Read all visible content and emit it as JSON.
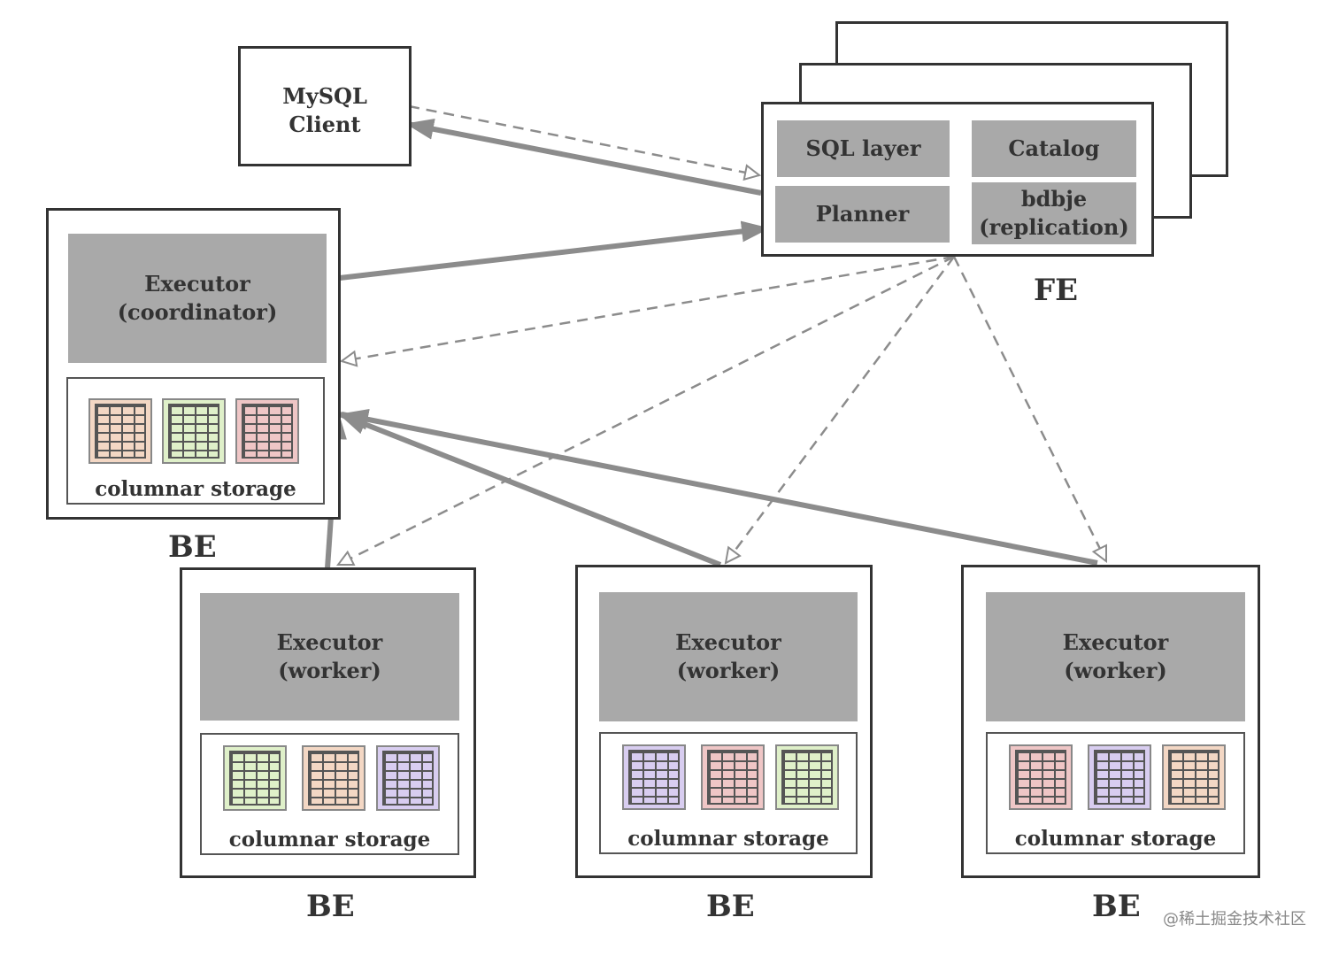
{
  "mysql_client": {
    "label": "MySQL\nClient"
  },
  "fe": {
    "label": "FE",
    "sql_layer": "SQL layer",
    "catalog": "Catalog",
    "planner": "Planner",
    "bdbje": "bdbje\n(replication)"
  },
  "coordinator": {
    "executor": "Executor\n(coordinator)",
    "storage": "columnar storage",
    "be_label": "BE",
    "tables": [
      "orange",
      "green",
      "red"
    ]
  },
  "workers": [
    {
      "executor": "Executor\n(worker)",
      "storage": "columnar storage",
      "be_label": "BE",
      "tables": [
        "green",
        "orange",
        "purple"
      ]
    },
    {
      "executor": "Executor\n(worker)",
      "storage": "columnar storage",
      "be_label": "BE",
      "tables": [
        "purple",
        "red",
        "green"
      ]
    },
    {
      "executor": "Executor\n(worker)",
      "storage": "columnar storage",
      "be_label": "BE",
      "tables": [
        "red",
        "purple",
        "orange"
      ]
    }
  ],
  "colors": {
    "orange": "#f3d7c4",
    "green": "#dff0c9",
    "red": "#efc6c6",
    "purple": "#d8cdf0",
    "gray_block": "#a9a9a9",
    "arrow": "#8c8c8c"
  },
  "watermark": "@稀土掘金技术社区"
}
